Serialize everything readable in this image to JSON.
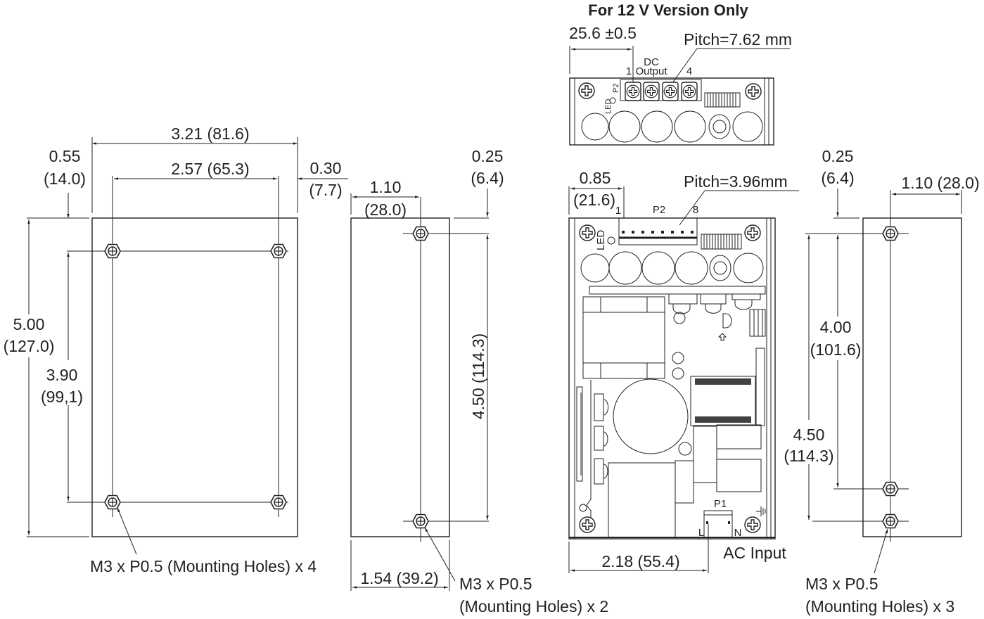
{
  "title": "For 12 V Version Only",
  "views": {
    "left_plan": {
      "overall_width": "3.21 (81.6)",
      "hole_spacing_width": "2.57 (65.3)",
      "left_offset_in": "0.55",
      "left_offset_mm": "(14.0)",
      "right_offset_in": "0.30",
      "right_offset_mm": "(7.7)",
      "overall_height_in": "5.00",
      "overall_height_mm": "(127.0)",
      "hole_spacing_height_in": "3.90",
      "hole_spacing_height_mm": "(99,1)",
      "hole_note": "M3 x P0.5 (Mounting Holes) x 4"
    },
    "side_left": {
      "hole_offset_in": "1.10",
      "hole_offset_mm": "(28.0)",
      "top_offset_in": "0.25",
      "top_offset_mm": "(6.4)",
      "hole_spacing": "4.50 (114.3)",
      "depth": "1.54 (39.2)",
      "hole_note_line1": "M3 x P0.5",
      "hole_note_line2": "(Mounting Holes) x 2"
    },
    "top_12v": {
      "width": "25.6 ±0.5",
      "pitch": "Pitch=7.62 mm",
      "dc_label_1": "DC",
      "dc_label_2": "Output",
      "pin_first": "1",
      "pin_last": "4",
      "connector": "P2",
      "led": "LED"
    },
    "pcb": {
      "connector_offset_in": "0.85",
      "connector_offset_mm": "(21.6)",
      "pitch": "Pitch=3.96mm",
      "connector": "P2",
      "pin_first": "1",
      "pin_last": "8",
      "led": "LED",
      "input_connector": "P1",
      "line_label": "L",
      "neutral_label": "N",
      "ac_input": "AC Input",
      "ac_offset": "2.18 (55.4)"
    },
    "side_right": {
      "top_offset_in": "0.25",
      "top_offset_mm": "(6.4)",
      "hole_offset": "1.10 (28.0)",
      "hole_spacing_a_in": "4.00",
      "hole_spacing_a_mm": "(101.6)",
      "hole_spacing_b_in": "4.50",
      "hole_spacing_b_mm": "(114.3)",
      "hole_note_line1": "M3 x P0.5",
      "hole_note_line2": "(Mounting Holes) x 3"
    }
  },
  "colors": {
    "ink": "#231f20",
    "paper": "#ffffff"
  }
}
